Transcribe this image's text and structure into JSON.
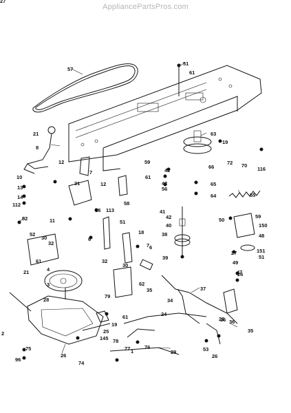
{
  "watermark": "AppliancePartsPros.com",
  "part_labels": [
    "57",
    "51",
    "61",
    "63",
    "21",
    "8",
    "19",
    "72",
    "70",
    "116",
    "12",
    "31",
    "7",
    "59",
    "42",
    "61",
    "66",
    "10",
    "13",
    "14",
    "112",
    "12",
    "58",
    "42",
    "56",
    "65",
    "64",
    "55",
    "52",
    "11",
    "18",
    "113",
    "51",
    "41",
    "50",
    "59",
    "42",
    "150",
    "6",
    "40",
    "48",
    "38",
    "7",
    "52",
    "30",
    "32",
    "18",
    "27",
    "61",
    "4",
    "32",
    "30",
    "6",
    "151",
    "49",
    "47",
    "51",
    "26",
    "21",
    "39",
    "62",
    "35",
    "34",
    "37",
    "36",
    "3",
    "24",
    "28",
    "79",
    "61",
    "19",
    "25",
    "2",
    "145",
    "77",
    "78",
    "74",
    "75",
    "96",
    "26",
    "1",
    "76",
    "29",
    "22",
    "36",
    "35",
    "53",
    "26",
    "27"
  ]
}
